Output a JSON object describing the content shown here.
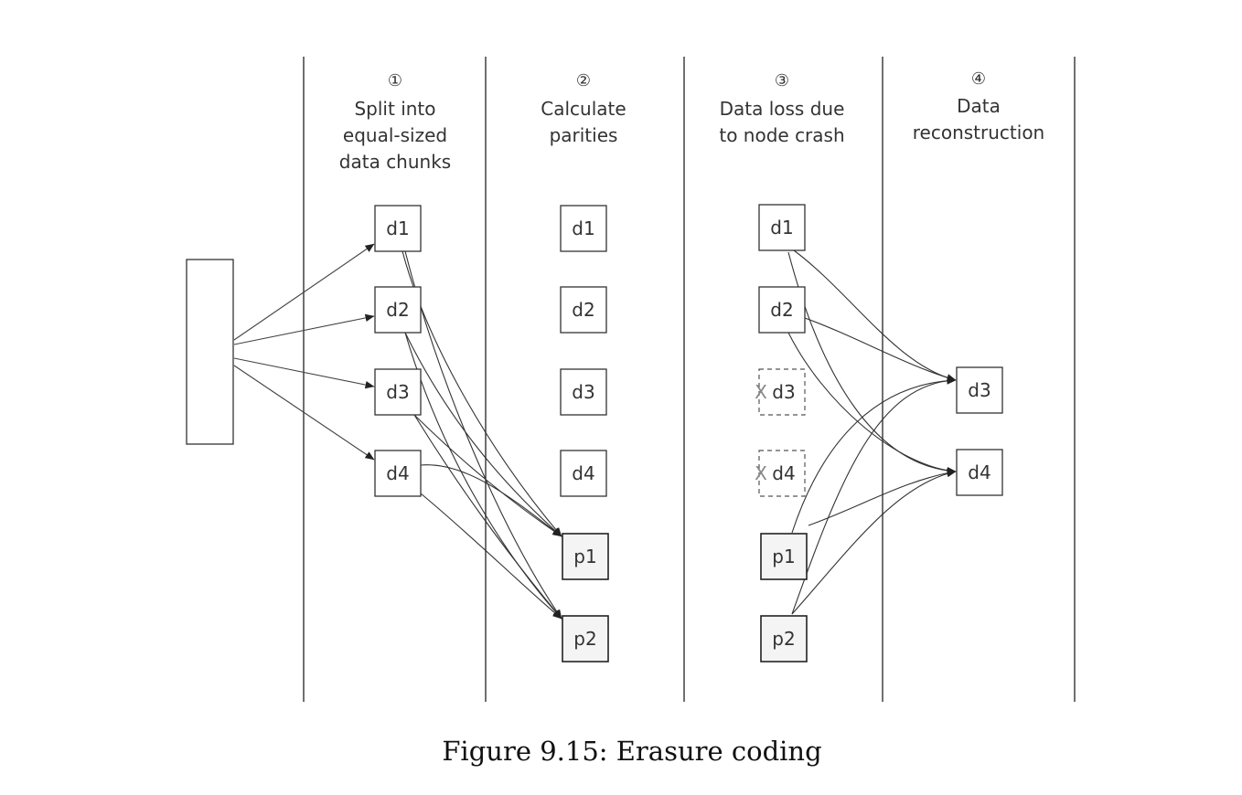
{
  "columns": [
    {
      "number": "①",
      "title_lines": [
        "Split into",
        "equal-sized",
        "data chunks"
      ]
    },
    {
      "number": "②",
      "title_lines": [
        "Calculate",
        "parities"
      ]
    },
    {
      "number": "③",
      "title_lines": [
        "Data loss due",
        "to node crash"
      ]
    },
    {
      "number": "④",
      "title_lines": [
        "Data",
        "reconstruction"
      ]
    }
  ],
  "column1_chunks": [
    "d1",
    "d2",
    "d3",
    "d4"
  ],
  "column2_blocks": [
    "d1",
    "d2",
    "d3",
    "d4",
    "p1",
    "p2"
  ],
  "column3_blocks": [
    {
      "label": "d1",
      "lost": false
    },
    {
      "label": "d2",
      "lost": false
    },
    {
      "label": "d3",
      "lost": true
    },
    {
      "label": "d4",
      "lost": true
    },
    {
      "label": "p1",
      "lost": false
    },
    {
      "label": "p2",
      "lost": false
    }
  ],
  "lost_marker": "X",
  "column4_blocks": [
    "d3",
    "d4"
  ],
  "caption": "Figure 9.15: Erasure coding"
}
